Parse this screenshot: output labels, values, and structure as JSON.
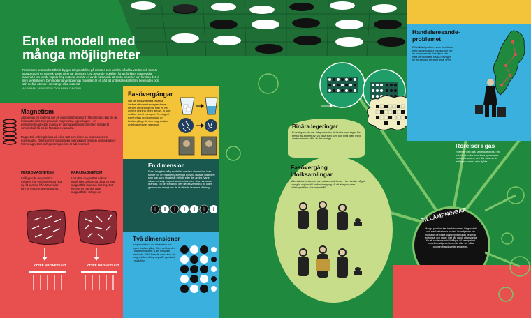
{
  "colors": {
    "green": "#1f8a3d",
    "red": "#e8504f",
    "yellow": "#f3c43a",
    "blue": "#3ab0df",
    "light_green": "#c8dd8a",
    "dark_teal": "#19584f",
    "black": "#111111"
  },
  "header": {
    "title_line1": "Enkel modell med",
    "title_line2": "många möjligheter",
    "intro": "Precis som brädspelet Othello bygger Isingmodellen på enheter som kan ha två olika värden och som är utplacerade i ett nätverk. Ernst Ising var den som först använde modellen för att förklara magnetiska material. Han kunde koppla ihop material som är en av de bästa och att enkla modeller kan förklara det vi ser i verkligheten. Den moderna versionen av modellen är ett sätt att undersöka kollektiva beteenden hos och mellan atomer i en mängd olika material.",
    "byline": "AV JOHAN JARNESTAD OCH ANNA DAVOUR"
  },
  "magnetism": {
    "title": "Magnetism",
    "text1": "Atomerna i ett material har ett magnetiskt moment. Tillsammans kan de ge hela materialet övergripande magnetiska egenskaper. I en permanentmagnet är många av de magnetiska momenten riktade åt samma håll så att de förstärker varandra.",
    "text2": "Magnetisk ordning bildas på olika sätt som beror på materialets inre egenskaper. Olika sorters magnetiska egenskaper delas in i olika klasser: Ferromagnetism och paramagnetism är två exempel.",
    "ferro_title": "FERROMAGNETISM",
    "ferro_text": "Intilliggande magnetiska moment har en tendens att rikta sig åt samma håll. Materialet kan bli en permanentmagnet.",
    "para_title": "PARAMAGNETISM",
    "para_text": "I ett yttre magnetfält vaknar materialet genom att bilda ett eget magnetfält i samma riktning. Det försvinner när det yttre magnetfältet stängs av.",
    "field_label_1": "YTTRE MAGNETFÄLT",
    "field_label_2": "YTTRE MAGNETFÄLT"
  },
  "fasovergang": {
    "title": "Fasövergångar",
    "text": "När de fundamentala faserna ändras ett materials egenskaper genom att det övergår från en typ av inre ordning till en annan. Is som smälter är ett exempel. En magnet som hettas upp kan också en fasövergång när den magnetiska ordningen bryter samman."
  },
  "en_dimension": {
    "title": "En dimension",
    "text": "Ernst Ising förutsåg modellen med en dimension. Han tänkte sig en magnet uppbyggd av små riktade magneter som kan vara riktade åt ett håll eller det andra. Varje sådan miniatyrmagnet växelverkar med sina närmaste grannar. Till sin förvåning gav dessa varandra för lägre gemensam energi om de är riktade i samma riktning."
  },
  "tva_dimensioner": {
    "title": "Två dimensioner",
    "text": "Isingmodellen i en dimension har ingen fasövergång. Men det har den i två dimensioner. Lars Onsager bevisade 1944 formellt som visar att magnetisk ordning uppstår spontant i modellen."
  },
  "binara": {
    "title": "Binära legeringar",
    "text": "En viktig version av Isingmodellen är binära legeringar. De består av atomer av två olika slag som kan byta plats med varandra men alltid är lika många."
  },
  "folksamlingar": {
    "title_line1": "Fasövergång",
    "title_line2": "i folksamlingar",
    "text": "Människors beteende kan också modelleras. Hur händer något, som gör uppkov till en fasövergång så att alla personer i sällskapet tittar åt samma håll."
  },
  "handelsresande": {
    "title_line1": "Handelsresande-",
    "title_line2": "problemet",
    "text": "Ett välkänt problem som kan lösas med Isingmodeller handlar om hur en kringresande försäljare ska hitta den kortaste totala resvägen för att besöka ett visst antal orter."
  },
  "rorelser": {
    "title": "Rörelser i gas",
    "text": "Rörelser i en gas kan modelleras i ett rutt-rör av rutor som bara rymmer en molekyl vardera, och där rutorna är antingen tomma eller fyllda."
  },
  "tillampningar": {
    "title": "TILLÄMPNINGAR",
    "text": "Många problem kan beskrivas med Isingmodell och med variationer av den. Inom fysiken var några av de första tillämpningarna att beskriva legeringar och gaser. Det går också att använda för att studera samhällsfrågor, till exempel att modellera väljares beteende eller hur olika grupper blandas eller separeras."
  }
}
